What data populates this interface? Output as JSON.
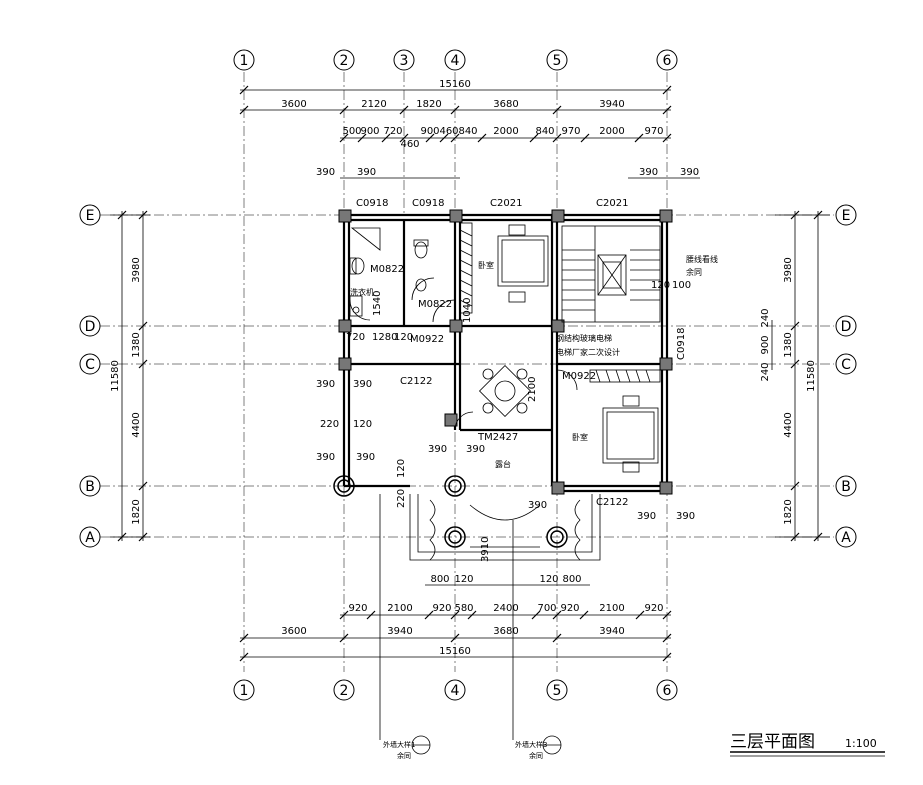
{
  "title": {
    "main": "三层平面图",
    "scale": "1:100"
  },
  "axes": {
    "x": [
      "1",
      "2",
      "3",
      "4",
      "5",
      "6"
    ],
    "y": [
      "E",
      "D",
      "C",
      "B",
      "A"
    ]
  },
  "dims": {
    "top_total": "15160",
    "top_row1": [
      "3600",
      "2120",
      "1820",
      "3680",
      "3940"
    ],
    "top_row2": [
      "500",
      "900",
      "720",
      "900",
      "460",
      "840",
      "2000",
      "840",
      "970",
      "2000",
      "970"
    ],
    "top_460": "460",
    "bottom_row1": [
      "920",
      "2100",
      "920",
      "580",
      "2400",
      "700",
      "920",
      "2100",
      "920"
    ],
    "bottom_row2": [
      "3600",
      "3940",
      "3680",
      "3940"
    ],
    "bottom_total": "15160",
    "left_outer": "11580",
    "left_inner": [
      "3980",
      "1380",
      "4400",
      "1820"
    ],
    "right_outer": "11580",
    "right_inner": [
      "3980",
      "1380",
      "4400",
      "1820"
    ],
    "right_small": [
      "240",
      "900",
      "240"
    ],
    "bays_800": [
      "800",
      "120",
      "120",
      "800"
    ]
  },
  "labels": {
    "c0918_a": "C0918",
    "c0918_b": "C0918",
    "c2021_a": "C2021",
    "c2021_b": "C2021",
    "c0918_r": "C0918",
    "c2122_a": "C2122",
    "c2122_b": "C2122",
    "m0822_a": "M0822",
    "m0822_b": "M0822",
    "m0922_a": "M0922",
    "m0922_b": "M0922",
    "tm2427": "TM2427",
    "bedroom_a": "卧室",
    "bedroom_b": "卧室",
    "terrace": "露台",
    "laundry": "洗衣机",
    "elevator_a": "钢结构玻璃电梯",
    "elevator_b": "电梯厂家二次设计",
    "waist_a": "腰线看线",
    "waist_b": "余同",
    "d1540": "1540",
    "d1040": "1040",
    "d120": "120",
    "d100": "100",
    "d2100": "2100",
    "d1280": "1280",
    "d720": "720",
    "d120b": "120",
    "d220a": "220",
    "d220b": "220",
    "d120c": "120",
    "d120d": "120",
    "d3910": "3910",
    "d390": "390",
    "sec1_a": "外墙大样1",
    "sec1_b": "余同",
    "sec2_a": "外墙大样3",
    "sec2_b": "余同"
  },
  "colors": {
    "line": "#000000",
    "background": "#ffffff",
    "column": "#777777"
  }
}
